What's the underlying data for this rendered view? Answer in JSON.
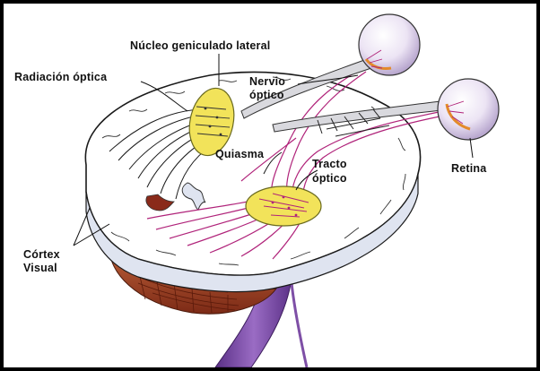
{
  "diagram": {
    "labels": {
      "nucleo": "Núcleo geniculado lateral",
      "radiacion": "Radiación óptica",
      "nervio_line1": "Nervio",
      "nervio_line2": "óptico",
      "quiasma": "Quiasma",
      "tracto_line1": "Tracto",
      "tracto_line2": "óptico",
      "retina": "Retina",
      "cortex_line1": "Córtex",
      "cortex_line2": "Visual"
    },
    "colors": {
      "frame": "#000000",
      "background": "#ffffff",
      "brain_outline": "#1a1a1a",
      "brain_shade": "#dfe4f0",
      "nucleus_fill": "#f2e35a",
      "pathway_magenta": "#b0237a",
      "cerebellum": "#b24a2a",
      "brainstem": "#7e4fa6",
      "eyeball": "#e6ddf0"
    }
  }
}
